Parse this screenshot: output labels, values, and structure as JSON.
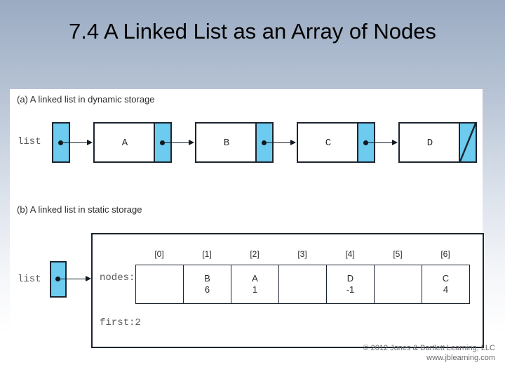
{
  "slide": {
    "title": "7.4 A Linked List as an Array of Nodes"
  },
  "figure": {
    "caption_a": "(a) A linked list in dynamic storage",
    "caption_b": "(b) A linked list in static storage",
    "list_label_a": "list",
    "list_label_b": "list",
    "nodes_label": "nodes:",
    "first_label": "first:2",
    "colors": {
      "pointer_cell": "#6ccbee",
      "outline": "#1c2430",
      "panel": "#ffffff"
    }
  },
  "dynamic_list": {
    "nodes": [
      {
        "value": "A",
        "next": "pointer"
      },
      {
        "value": "B",
        "next": "pointer"
      },
      {
        "value": "C",
        "next": "pointer"
      },
      {
        "value": "D",
        "next": "null"
      }
    ]
  },
  "static_list": {
    "indices": [
      "[0]",
      "[1]",
      "[2]",
      "[3]",
      "[4]",
      "[5]",
      "[6]"
    ],
    "cells": [
      {
        "value": "",
        "next": ""
      },
      {
        "value": "B",
        "next": "6"
      },
      {
        "value": "A",
        "next": "1"
      },
      {
        "value": "",
        "next": ""
      },
      {
        "value": "D",
        "next": "-1"
      },
      {
        "value": "",
        "next": ""
      },
      {
        "value": "C",
        "next": "4"
      }
    ],
    "first": "2"
  },
  "footer": {
    "copyright": "© 2012 Jones & Bartlett Learning, LLC",
    "website": "www.jblearning.com"
  }
}
